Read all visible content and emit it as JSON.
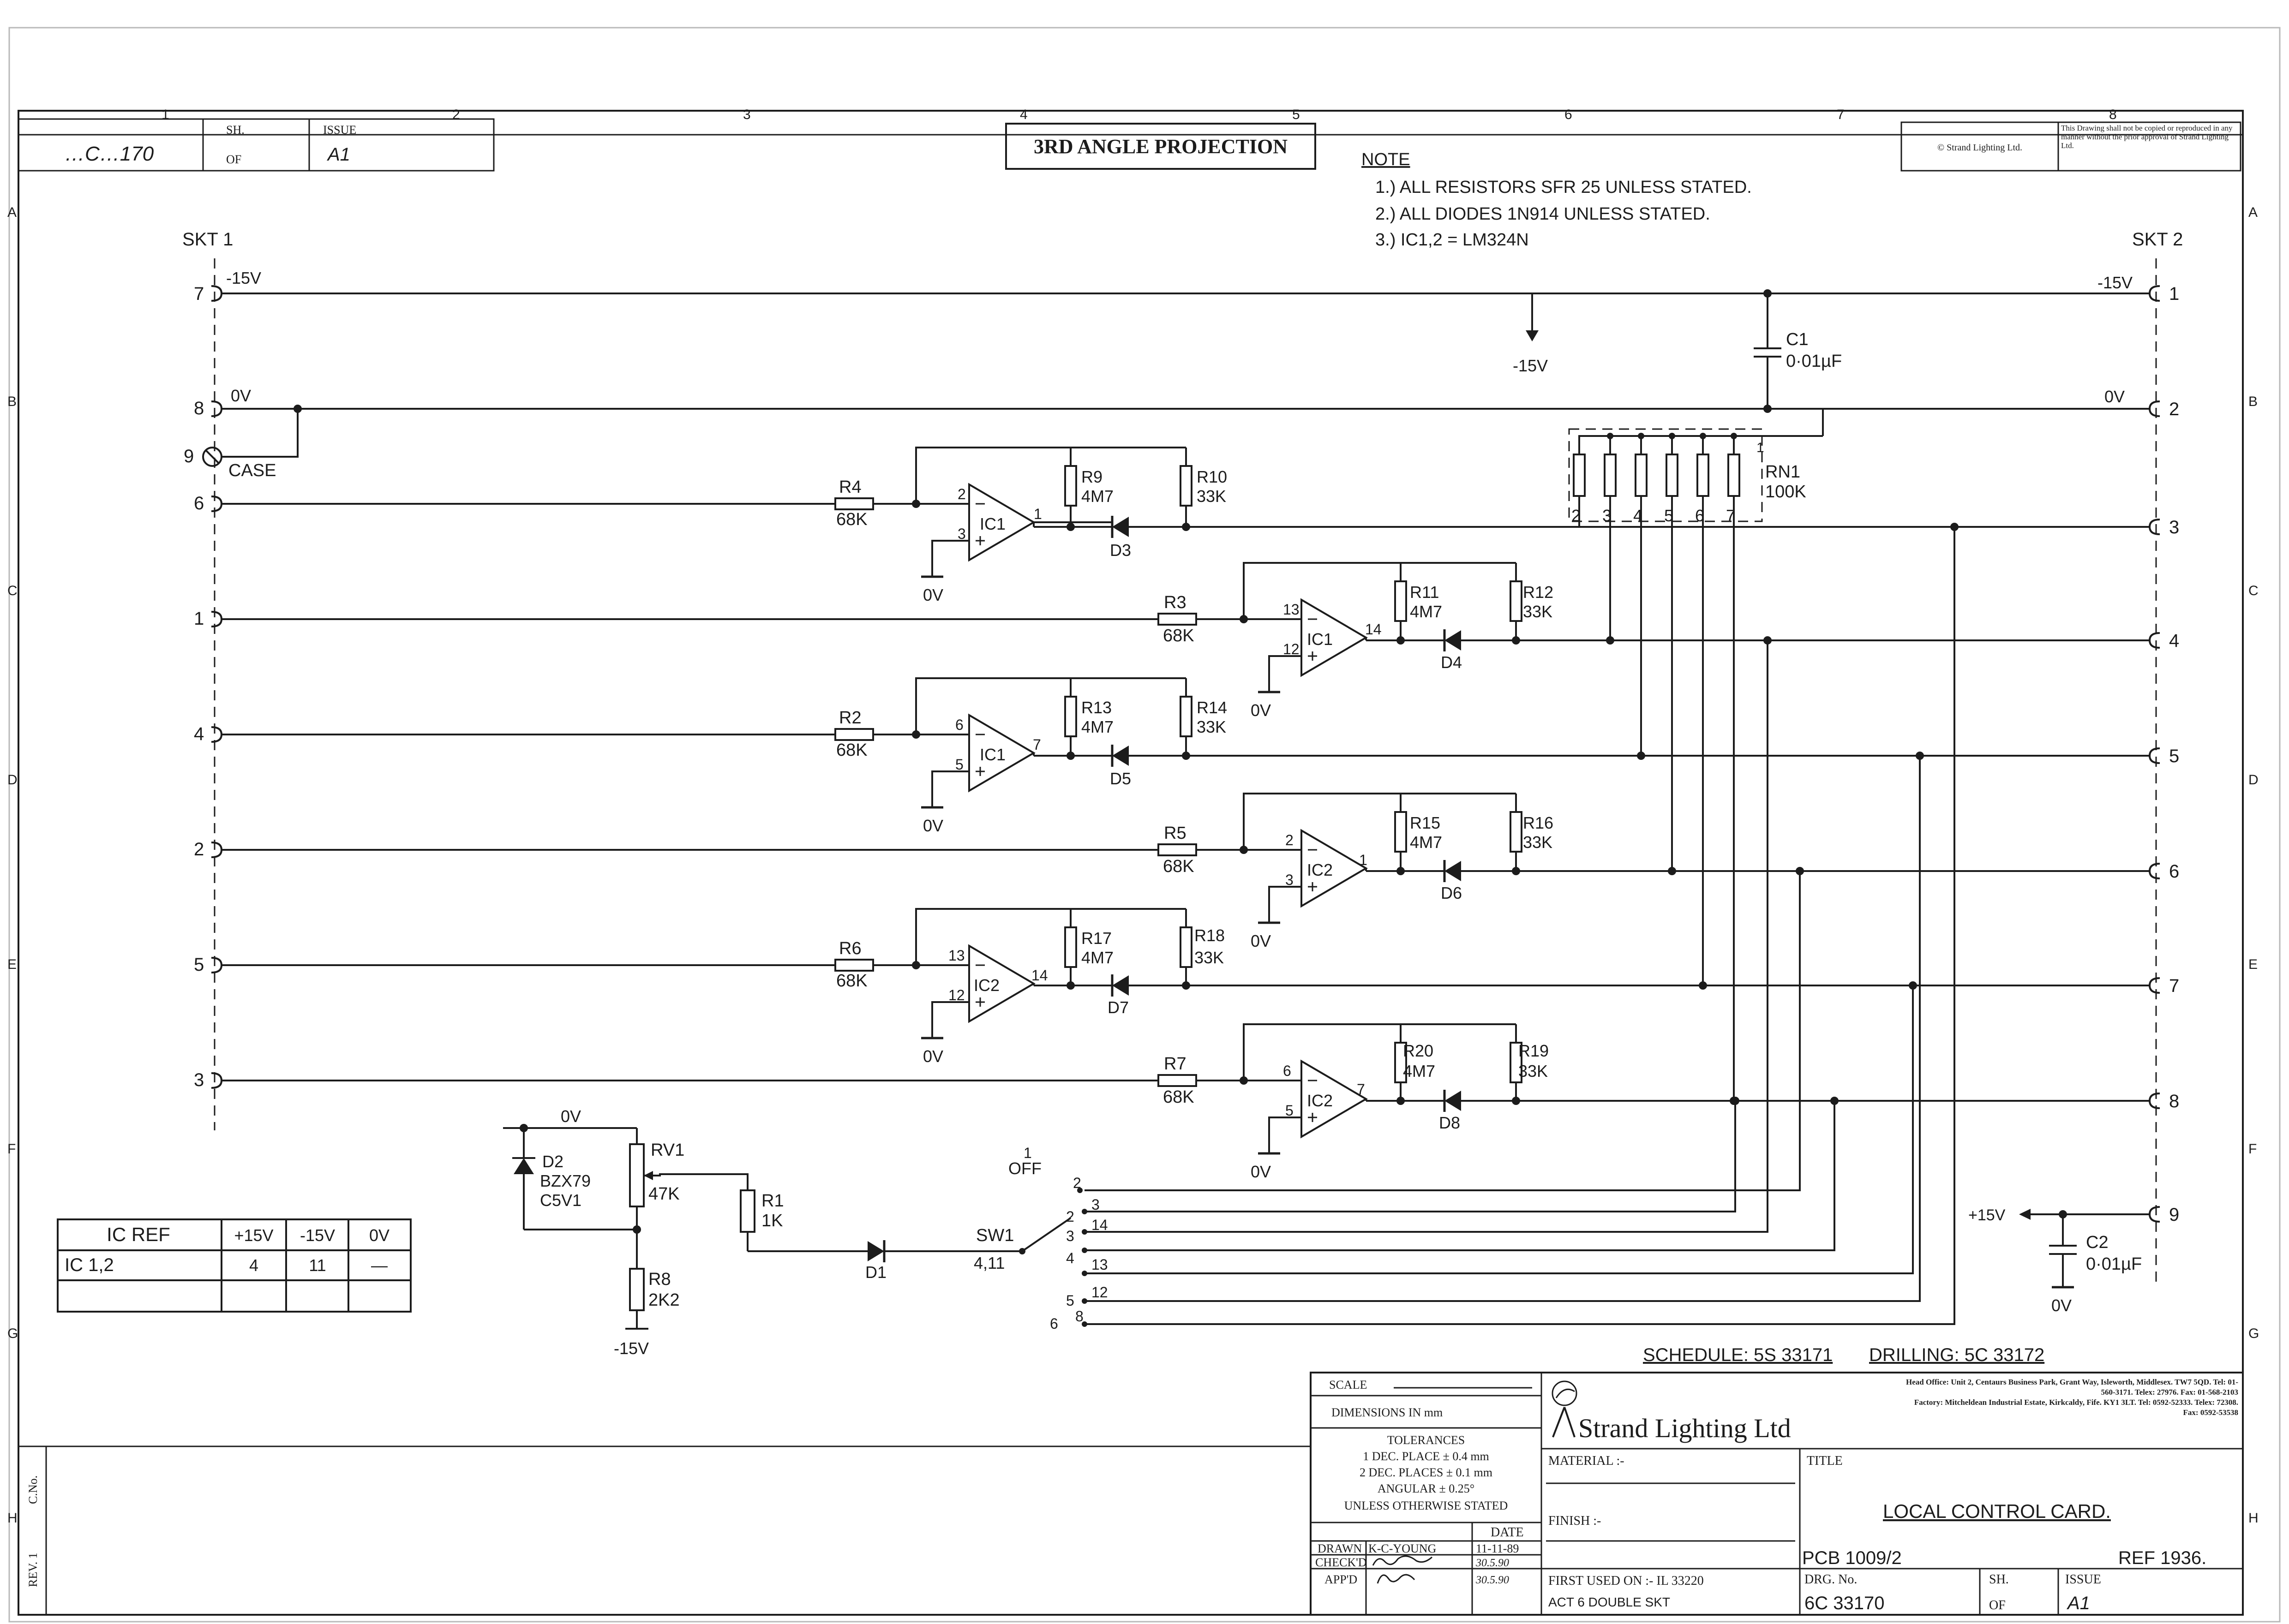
{
  "title_block": {
    "top_left": {
      "drawing_no_fragment": "…C…170",
      "sh_label": "SH.",
      "of_label": "OF",
      "issue_label": "ISSUE",
      "issue_value": "A1"
    },
    "projection": "3RD ANGLE PROJECTION",
    "copyright": "© Strand Lighting Ltd.",
    "copy_notice": "This Drawing shall not be copied or reproduced in any manner without the prior approval of Strand Lighting Ltd.",
    "schedule": "SCHEDULE: 5S 33171",
    "drilling": "DRILLING: 5C 33172",
    "scale_label": "SCALE",
    "dimensions_label": "DIMENSIONS IN mm",
    "tolerances": [
      "TOLERANCES",
      "1 DEC. PLACE ± 0.4 mm",
      "2 DEC. PLACES ± 0.1 mm",
      "ANGULAR ± 0.25°",
      "UNLESS OTHERWISE STATED"
    ],
    "date_label": "DATE",
    "drawn_label": "DRAWN",
    "drawn_by": "K-C-YOUNG",
    "drawn_date": "11-11-89",
    "checked_label": "CHECK'D",
    "checked_date": "30.5.90",
    "approved_label": "APP'D",
    "approved_date": "30.5.90",
    "company": "Strand Lighting Ltd",
    "head_office": "Head Office: Unit 2, Centaurs Business Park, Grant Way, Isleworth, Middlesex. TW7 5QD. Tel: 01-560-3171. Telex: 27976. Fax: 01-568-2103",
    "factory": "Factory: Mitcheldean Industrial Estate, Kirkcaldy, Fife. KY1 3LT. Tel: 0592-52333. Telex: 72308. Fax: 0592-53538",
    "material_label": "MATERIAL :-",
    "finish_label": "FINISH :-",
    "title_label": "TITLE",
    "title": "LOCAL CONTROL CARD.",
    "pcb": "PCB 1009/2",
    "ref": "REF 1936.",
    "first_used_label": "FIRST USED ON :- IL 33220",
    "first_used_value": "ACT 6 DOUBLE SKT",
    "drg_no_label": "DRG. No.",
    "drg_no": "6C 33170",
    "sh_label": "SH.",
    "of_label": "OF",
    "issue_label": "ISSUE",
    "issue_value": "A1",
    "rev_label": "REV. 1",
    "cno_label": "C.No."
  },
  "notes": [
    "NOTE",
    "1.) ALL RESISTORS SFR 25 UNLESS STATED.",
    "2.) ALL DIODES 1N914 UNLESS STATED.",
    "3.) IC1,2 = LM324N"
  ],
  "zones": {
    "columns": [
      "1",
      "2",
      "3",
      "4",
      "5",
      "6",
      "7",
      "8"
    ],
    "rows": [
      "A",
      "B",
      "C",
      "D",
      "E",
      "F",
      "G",
      "H"
    ]
  },
  "ic_ref_table": {
    "headers": [
      "IC REF",
      "+15V",
      "-15V",
      "0V"
    ],
    "rows": [
      [
        "IC 1,2",
        "4",
        "11",
        "—"
      ]
    ]
  },
  "schematic": {
    "skt1": {
      "label": "SKT 1",
      "pins": [
        "7",
        "8",
        "9",
        "6",
        "1",
        "4",
        "2",
        "5",
        "3"
      ],
      "neg_rail": "-15V",
      "zero_rail": "0V",
      "case": "CASE"
    },
    "skt2": {
      "label": "SKT 2",
      "pins": [
        "1",
        "2",
        "3",
        "4",
        "5",
        "6",
        "7",
        "8",
        "9"
      ],
      "neg_rail": "-15V",
      "zero_rail": "0V",
      "pos_supply": "+15V"
    },
    "c1": {
      "name": "C1",
      "value": "0·01µF"
    },
    "c2": {
      "name": "C2",
      "value": "0·01µF"
    },
    "neg_supply_label": "-15V",
    "rn1": {
      "name": "RN1",
      "value": "100K",
      "pins": [
        "1",
        "2",
        "3",
        "4",
        "5",
        "6",
        "7"
      ]
    },
    "channels": [
      {
        "in_r": "R4",
        "in_val": "68K",
        "fb_r": "R9",
        "fb_val": "4M7",
        "out_r": "R10",
        "out_val": "33K",
        "ic": "IC1",
        "inv": "2",
        "noninv": "3",
        "out_pin": "1",
        "diode": "D3",
        "gnd": "0V"
      },
      {
        "in_r": "R3",
        "in_val": "68K",
        "fb_r": "R11",
        "fb_val": "4M7",
        "out_r": "R12",
        "out_val": "33K",
        "ic": "IC1",
        "inv": "13",
        "noninv": "12",
        "out_pin": "14",
        "diode": "D4",
        "gnd": "0V"
      },
      {
        "in_r": "R2",
        "in_val": "68K",
        "fb_r": "R13",
        "fb_val": "4M7",
        "out_r": "R14",
        "out_val": "33K",
        "ic": "IC1",
        "inv": "6",
        "noninv": "5",
        "out_pin": "7",
        "diode": "D5",
        "gnd": "0V"
      },
      {
        "in_r": "R5",
        "in_val": "68K",
        "fb_r": "R15",
        "fb_val": "4M7",
        "out_r": "R16",
        "out_val": "33K",
        "ic": "IC2",
        "inv": "2",
        "noninv": "3",
        "out_pin": "1",
        "diode": "D6",
        "gnd": "0V"
      },
      {
        "in_r": "R6",
        "in_val": "68K",
        "fb_r": "R17",
        "fb_val": "4M7",
        "out_r": "R18",
        "out_val": "33K",
        "ic": "IC2",
        "inv": "13",
        "noninv": "12",
        "out_pin": "14",
        "diode": "D7",
        "gnd": "0V"
      },
      {
        "in_r": "R7",
        "in_val": "68K",
        "fb_r": "R20",
        "fb_val": "4M7",
        "out_r": "R19",
        "out_val": "33K",
        "ic": "IC2",
        "inv": "6",
        "noninv": "5",
        "out_pin": "7",
        "diode": "D8",
        "gnd": "0V"
      }
    ],
    "ref_section": {
      "zero_label": "0V",
      "d2": "D2",
      "d2_type": "BZX79",
      "d2_value": "C5V1",
      "rv1": "RV1",
      "rv1_value": "47K",
      "r1": "R1",
      "r1_value": "1K",
      "r8": "R8",
      "r8_value": "2K2",
      "d1": "D1",
      "neg_label": "-15V",
      "sw1": "SW1",
      "sw1_common": "4,11",
      "off_label": "OFF",
      "sw_positions": [
        "1",
        "2",
        "3",
        "4",
        "5",
        "6"
      ],
      "sw_pins": [
        "2",
        "3",
        "14",
        "13",
        "12",
        "8"
      ]
    }
  }
}
